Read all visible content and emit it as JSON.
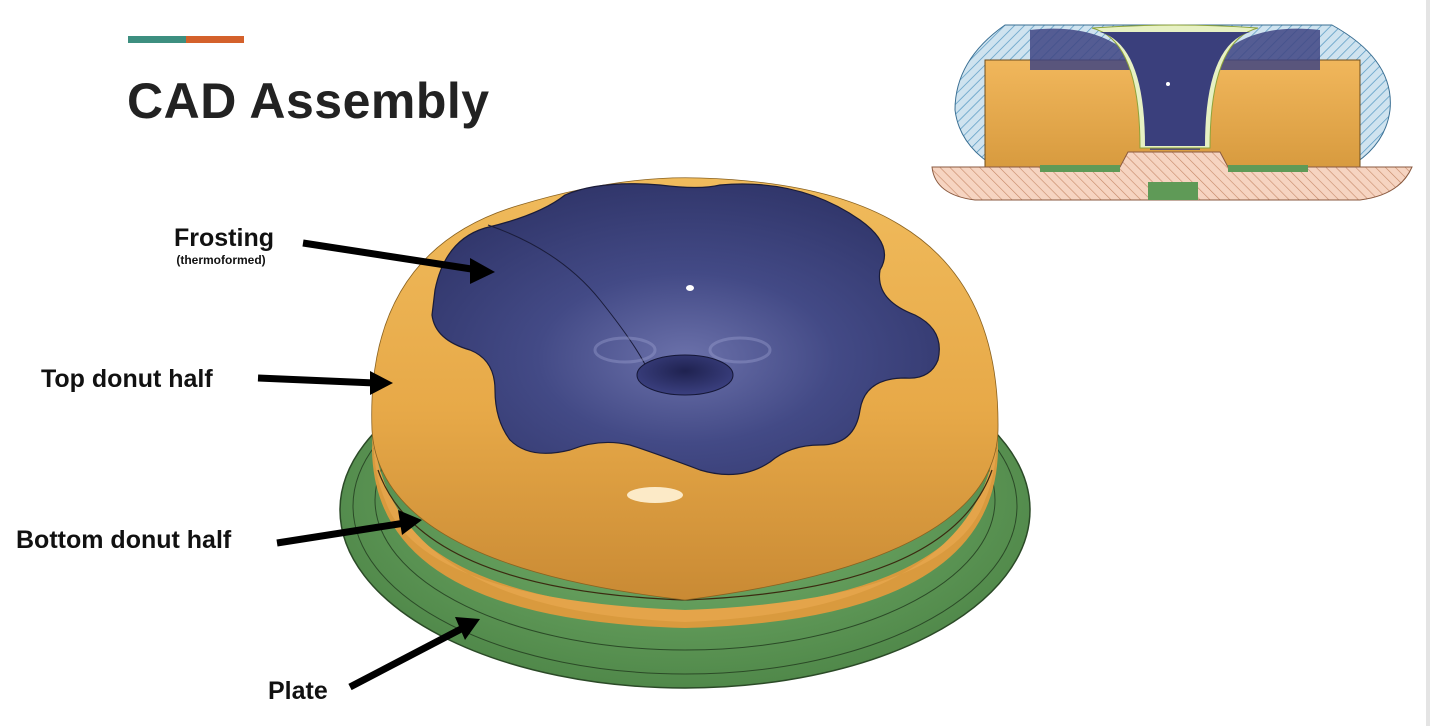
{
  "slide": {
    "title": "CAD Assembly",
    "accent_colors": [
      "#3d8f80",
      "#d4612b"
    ]
  },
  "callouts": {
    "frosting": "Frosting",
    "frosting_note": "(thermoformed)",
    "top_half": "Top donut half",
    "bottom_half": "Bottom donut half",
    "plate": "Plate"
  },
  "colors": {
    "donut": "#e4a94a",
    "frosting": "#3a3f78",
    "plate": "#5f9a57",
    "section_hatch": "#7fb6d6",
    "plate_section": "#edb89a"
  }
}
